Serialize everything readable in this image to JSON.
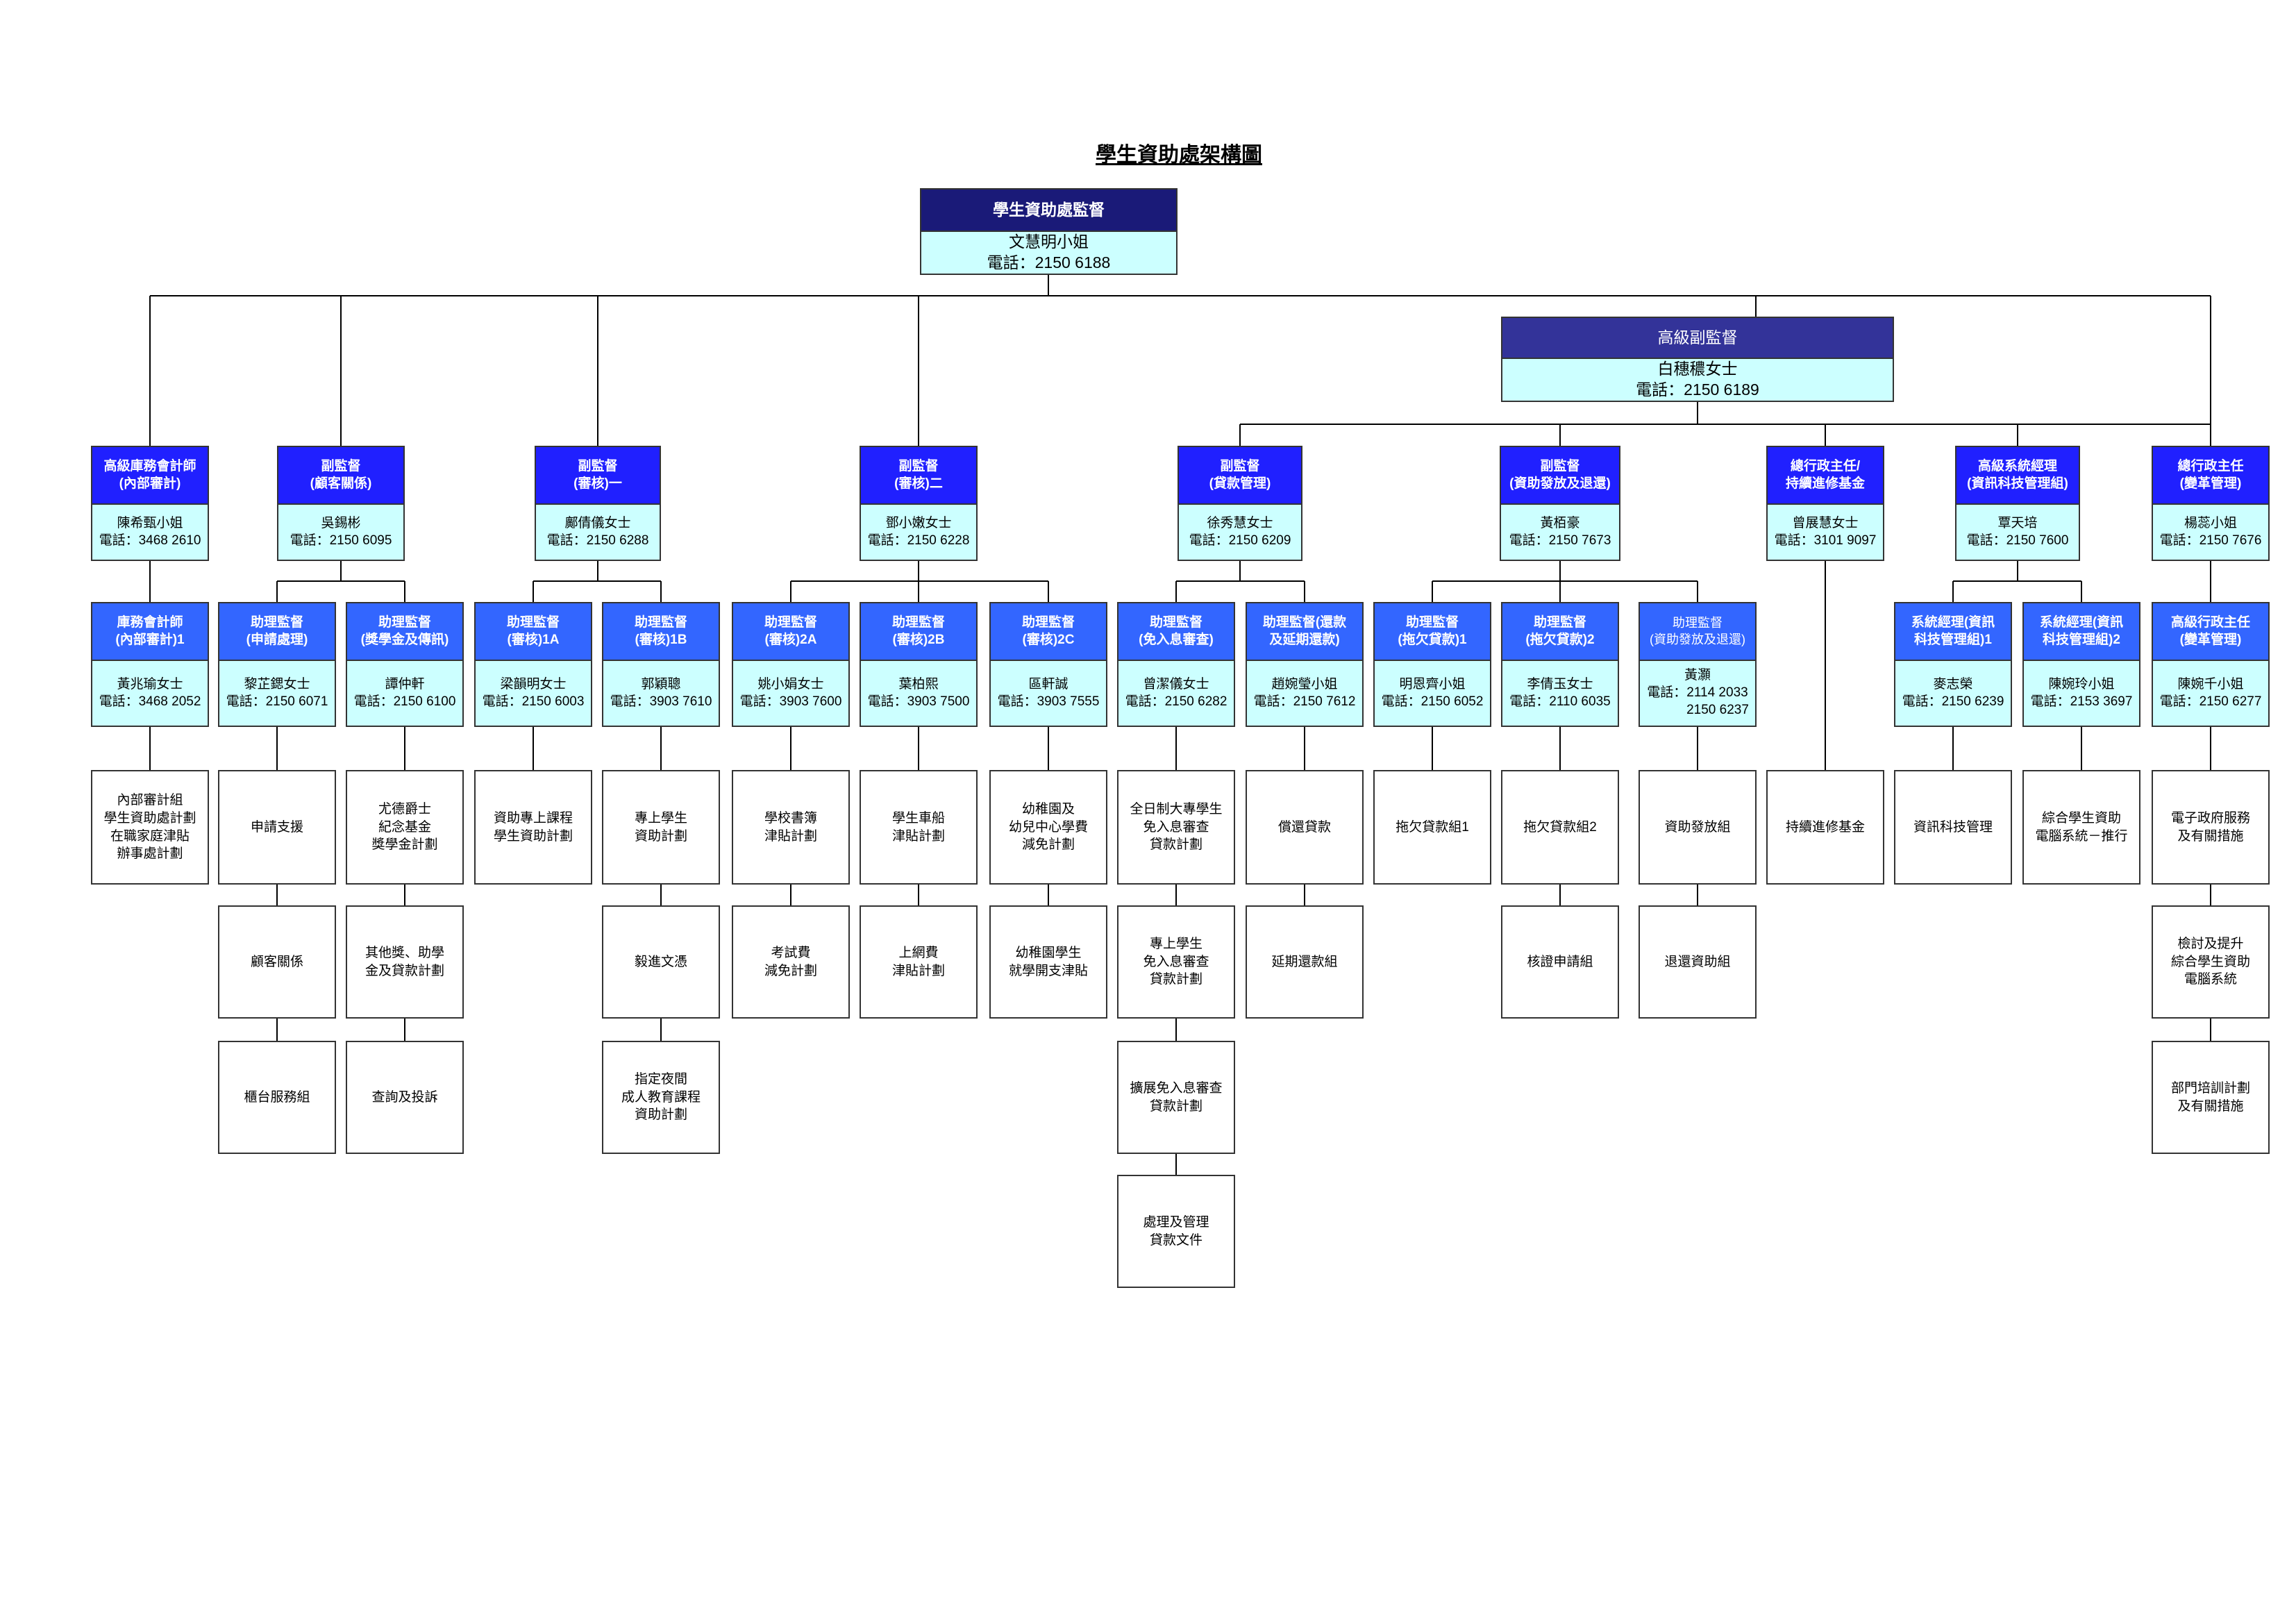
{
  "title": "學生資助處架構圖",
  "colors": {
    "director_header": "#1a1a78",
    "senior_header": "#333399",
    "level2_header": "#2020ff",
    "level3_header": "#3366ff",
    "staff_body": "#ccffff",
    "unit_body": "#ffffff",
    "line": "#000000"
  },
  "director": {
    "title": "學生資助處監督",
    "name": "文慧明小姐",
    "phone": "電話：2150 6188"
  },
  "senior_deputy": {
    "title": "高級副監督",
    "name": "白穗穠女士",
    "phone": "電話：2150 6189"
  },
  "level2": [
    {
      "title": "高級庫務會計師\n(內部審計)",
      "name": "陳希甄小姐",
      "phone": "電話：3468 2610"
    },
    {
      "title": "副監督\n(顧客關係)",
      "name": "吳錫彬",
      "phone": "電話：2150 6095"
    },
    {
      "title": "副監督\n(審核)一",
      "name": "鄺倩儀女士",
      "phone": "電話：2150 6288"
    },
    {
      "title": "副監督\n(審核)二",
      "name": "鄧小嫩女士",
      "phone": "電話：2150 6228"
    },
    {
      "title": "副監督\n(貸款管理)",
      "name": "徐秀慧女士",
      "phone": "電話：2150 6209"
    },
    {
      "title": "副監督\n(資助發放及退還)",
      "name": "黃栢豪",
      "phone": "電話：2150 7673"
    },
    {
      "title": "總行政主任/\n持續進修基金",
      "name": "曾展慧女士",
      "phone": "電話：3101 9097"
    },
    {
      "title": "高級系統經理\n(資訊科技管理組)",
      "name": "覃天培",
      "phone": "電話：2150 7600"
    },
    {
      "title": "總行政主任\n(變革管理)",
      "name": "楊蕊小姐",
      "phone": "電話：2150 7676"
    }
  ],
  "level3": [
    {
      "title": "庫務會計師\n(內部審計)1",
      "name": "黃兆瑜女士",
      "phone": "電話：3468 2052"
    },
    {
      "title": "助理監督\n(申請處理)",
      "name": "黎芷鍶女士",
      "phone": "電話：2150 6071"
    },
    {
      "title": "助理監督\n(獎學金及傳訊)",
      "name": "譚仲軒",
      "phone": "電話：2150 6100"
    },
    {
      "title": "助理監督\n(審核)1A",
      "name": "梁韻明女士",
      "phone": "電話：2150 6003"
    },
    {
      "title": "助理監督\n(審核)1B",
      "name": "郭穎聰",
      "phone": "電話：3903 7610"
    },
    {
      "title": "助理監督\n(審核)2A",
      "name": "姚小娟女士",
      "phone": "電話：3903 7600"
    },
    {
      "title": "助理監督\n(審核)2B",
      "name": "葉柏熙",
      "phone": "電話：3903 7500"
    },
    {
      "title": "助理監督\n(審核)2C",
      "name": "區軒誠",
      "phone": "電話：3903 7555"
    },
    {
      "title": "助理監督\n(免入息審查)",
      "name": "曾潔儀女士",
      "phone": "電話：2150 6282"
    },
    {
      "title": "助理監督(還款\n及延期還款)",
      "name": "趙婉瑩小姐",
      "phone": "電話：2150 7612"
    },
    {
      "title": "助理監督\n(拖欠貸款)1",
      "name": "明恩齊小姐",
      "phone": "電話：2150 6052"
    },
    {
      "title": "助理監督\n(拖欠貸款)2",
      "name": "李倩玉女士",
      "phone": "電話：2110 6035"
    },
    {
      "title": "助理監督\n(資助發放及退還)",
      "name": "黃灝",
      "phone": "電話：2114 2033",
      "phone2": "2150 6237"
    },
    {
      "title": "系統經理(資訊\n科技管理組)1",
      "name": "麥志榮",
      "phone": "電話：2150 6239"
    },
    {
      "title": "系統經理(資訊\n科技管理組)2",
      "name": "陳婉玲小姐",
      "phone": "電話：2153 3697"
    },
    {
      "title": "高級行政主任\n(變革管理)",
      "name": "陳婉千小姐",
      "phone": "電話：2150 6277"
    }
  ],
  "units": [
    [
      "內部審計組\n學生資助處計劃\n在職家庭津貼\n辦事處計劃"
    ],
    [
      "申請支援",
      "顧客關係",
      "櫃台服務組"
    ],
    [
      "尤德爵士\n紀念基金\n獎學金計劃",
      "其他獎、助學\n金及貸款計劃",
      "查詢及投訴"
    ],
    [
      "資助專上課程\n學生資助計劃"
    ],
    [
      "專上學生\n資助計劃",
      "毅進文憑",
      "指定夜間\n成人教育課程\n資助計劃"
    ],
    [
      "學校書簿\n津貼計劃",
      "考試費\n減免計劃"
    ],
    [
      "學生車船\n津貼計劃",
      "上網費\n津貼計劃"
    ],
    [
      "幼稚園及\n幼兒中心學費\n減免計劃",
      "幼稚園學生\n就學開支津貼"
    ],
    [
      "全日制大專學生\n免入息審查\n貸款計劃",
      "專上學生\n免入息審查\n貸款計劃",
      "擴展免入息審查\n貸款計劃",
      "處理及管理\n貸款文件"
    ],
    [
      "償還貸款",
      "延期還款組"
    ],
    [
      "拖欠貸款組1"
    ],
    [
      "拖欠貸款組2",
      "核證申請組"
    ],
    [
      "資助發放組",
      "退還資助組"
    ],
    [
      "持續進修基金"
    ],
    [
      "資訊科技管理"
    ],
    [
      "綜合學生資助\n電腦系統－推行"
    ],
    [
      "電子政府服務\n及有關措施",
      "檢討及提升\n綜合學生資助\n電腦系統",
      "部門培訓計劃\n及有關措施"
    ]
  ]
}
